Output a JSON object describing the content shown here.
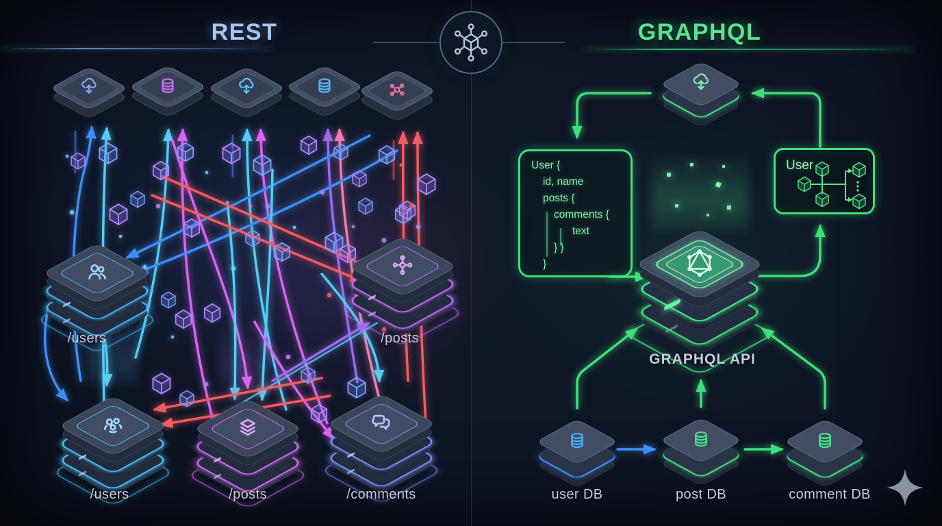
{
  "meta": {
    "title": "REST vs GraphQL infographic"
  },
  "palette": {
    "background": "#0c1220",
    "rest_accent": "#a3c6ee",
    "graphql_accent": "#5ce290",
    "wire_green": "#3ee07c",
    "blue": "#3f8ef7",
    "cyan": "#55ccf5",
    "purple": "#9a6cf0",
    "magenta": "#d866f0",
    "red": "#f25c63",
    "pink": "#f07fb0",
    "label_gray": "#c7cfdb"
  },
  "header": {
    "rest_title": "REST",
    "graphql_title": "GRAPHQL",
    "divider_icon": "network-cube-icon"
  },
  "rest": {
    "top_nodes": [
      {
        "icon": "cloud-sync-icon"
      },
      {
        "icon": "database-icon"
      },
      {
        "icon": "cloud-sync-icon"
      },
      {
        "icon": "database-icon"
      },
      {
        "icon": "api-molecule-icon"
      }
    ],
    "endpoints": [
      {
        "label": "/users",
        "icon": "users-icon",
        "row": "middle"
      },
      {
        "label": "/posts",
        "icon": "network-node-icon",
        "row": "middle"
      },
      {
        "label": "/users",
        "icon": "people-cluster-icon",
        "row": "bottom"
      },
      {
        "label": "/posts",
        "icon": "layers-icon",
        "row": "bottom"
      },
      {
        "label": "/comments",
        "icon": "chat-bubbles-icon",
        "row": "bottom"
      }
    ]
  },
  "graphql": {
    "client_icon": "cloud-sync-icon",
    "query": {
      "lines": [
        "User {",
        "id, name",
        "posts {",
        "comments {",
        "text",
        "} }",
        "}"
      ]
    },
    "result_box": {
      "title": "User",
      "icon": "linked-cubes-icon"
    },
    "api": {
      "label": "GRAPHQL API",
      "icon": "graphql-logo-icon"
    },
    "databases": [
      {
        "label": "user DB",
        "accent": "#3f8ef7"
      },
      {
        "label": "post DB",
        "accent": "#3ee07c"
      },
      {
        "label": "comment DB",
        "accent": "#3ee07c"
      }
    ]
  },
  "watermark": {
    "icon": "sparkle-icon"
  }
}
